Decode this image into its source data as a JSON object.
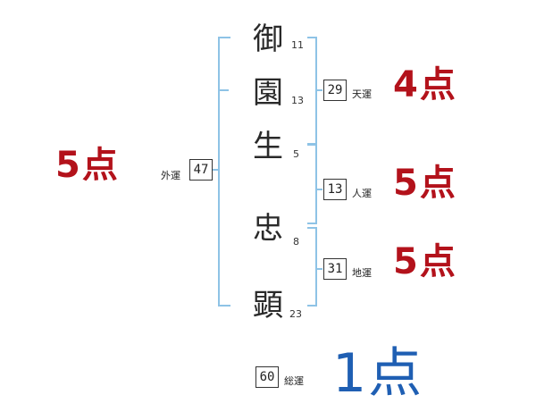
{
  "colors": {
    "bracket": "#8ec3e6",
    "score_red": "#b3121b",
    "score_blue": "#1f5fb3"
  },
  "name_chars": [
    {
      "char": "御",
      "strokes": "11"
    },
    {
      "char": "園",
      "strokes": "13"
    },
    {
      "char": "生",
      "strokes": "5"
    },
    {
      "char": "忠",
      "strokes": "8"
    },
    {
      "char": "顕",
      "strokes": "23"
    }
  ],
  "gaiun": {
    "label": "外運",
    "value": "47",
    "score": "5点"
  },
  "tenun": {
    "label": "天運",
    "value": "29",
    "score": "4点"
  },
  "jinun": {
    "label": "人運",
    "value": "13",
    "score": "5点"
  },
  "chiun": {
    "label": "地運",
    "value": "31",
    "score": "5点"
  },
  "souun": {
    "label": "総運",
    "value": "60",
    "score": "1点"
  }
}
